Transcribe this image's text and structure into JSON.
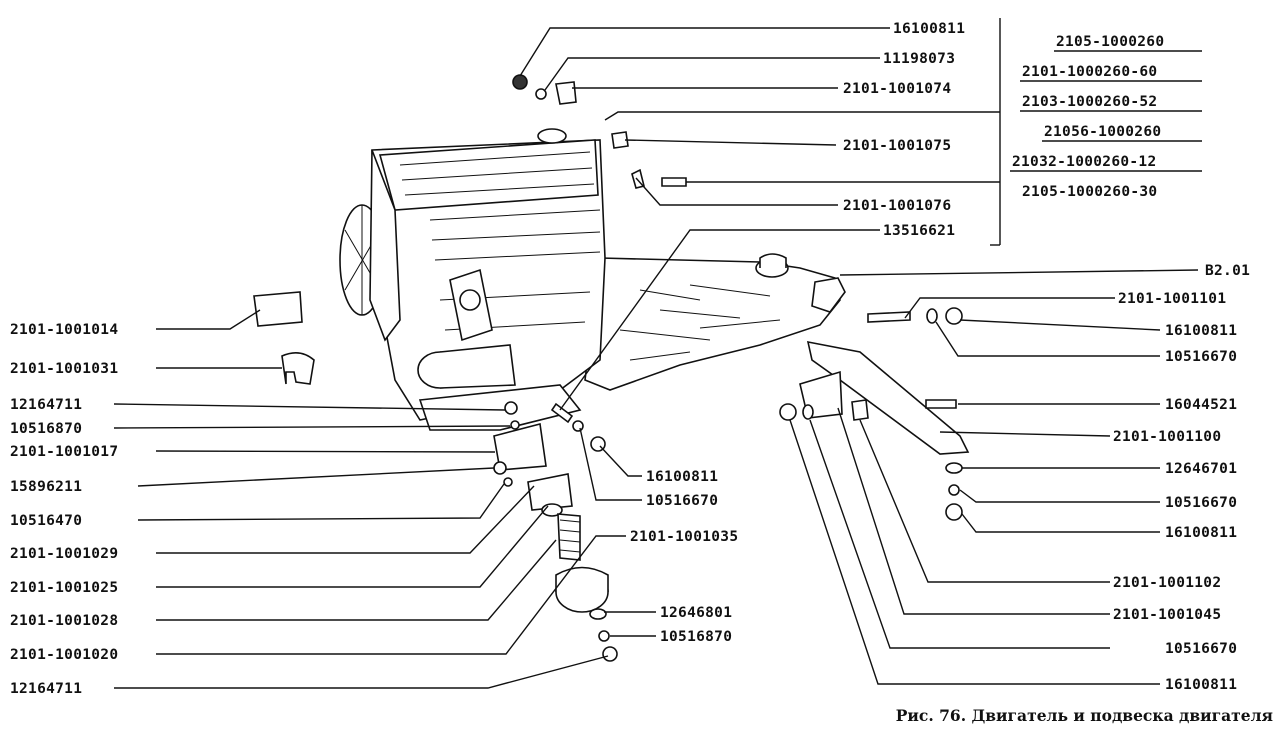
{
  "caption": "Рис. 76. Двигатель и подвеска двигателя",
  "assembly_numbers": [
    "2105-1000260",
    "2101-1000260-60",
    "2103-1000260-52",
    "21056-1000260",
    "21032-1000260-12",
    "2105-1000260-30"
  ],
  "labels": {
    "top_16100811": "16100811",
    "top_11198073": "11198073",
    "top_2101_1001074": "2101-1001074",
    "top_2101_1001075": "2101-1001075",
    "top_2101_1001076": "2101-1001076",
    "top_13516621": "13516621",
    "r_b201": "B2.01",
    "r_2101_1001101": "2101-1001101",
    "r_16100811_a": "16100811",
    "r_10516670_a": "10516670",
    "r_16044521": "16044521",
    "r_2101_1001100": "2101-1001100",
    "r_12646701": "12646701",
    "r_10516670_b": "10516670",
    "r_16100811_b": "16100811",
    "r_2101_1001102": "2101-1001102",
    "r_2101_1001045": "2101-1001045",
    "r_10516670_c": "10516670",
    "r_16100811_c": "16100811",
    "l_2101_1001014": "2101-1001014",
    "l_2101_1001031": "2101-1001031",
    "l_12164711_a": "12164711",
    "l_10516870": "10516870",
    "l_2101_1001017": "2101-1001017",
    "l_15896211": "15896211",
    "l_10516470": "10516470",
    "l_2101_1001029": "2101-1001029",
    "l_2101_1001025": "2101-1001025",
    "l_2101_1001028": "2101-1001028",
    "l_2101_1001020": "2101-1001020",
    "l_12164711_b": "12164711",
    "m_16100811": "16100811",
    "m_10516670": "10516670",
    "m_2101_1001035": "2101-1001035",
    "m_12646801": "12646801",
    "m_10516870": "10516870"
  }
}
